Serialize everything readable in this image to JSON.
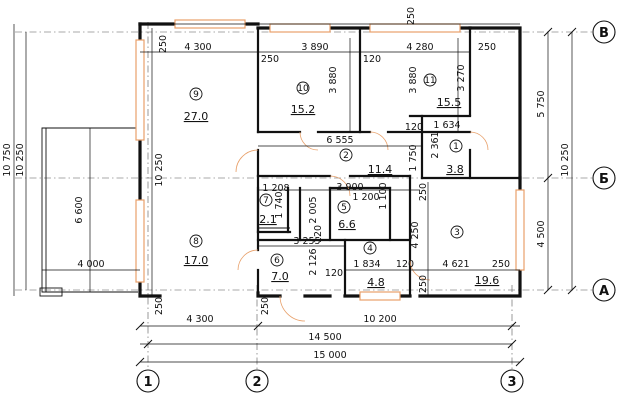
{
  "axes": {
    "columns": [
      "1",
      "2",
      "3"
    ],
    "rows": [
      "В",
      "Б",
      "А"
    ]
  },
  "rooms": [
    {
      "number": "9",
      "area": "27.0"
    },
    {
      "number": "10",
      "area": "15.2"
    },
    {
      "number": "11",
      "area": "15.5"
    },
    {
      "number": "1",
      "area": "3.8"
    },
    {
      "number": "2",
      "area": "11.4"
    },
    {
      "number": "3",
      "area": "19.6"
    },
    {
      "number": "4",
      "area": "4.8"
    },
    {
      "number": "5",
      "area": "6.6"
    },
    {
      "number": "6",
      "area": "7.0"
    },
    {
      "number": "7",
      "area": "2.1"
    },
    {
      "number": "8",
      "area": "17.0"
    }
  ],
  "dims": {
    "top": [
      "4 300",
      "3 890",
      "4 280"
    ],
    "wall": "250",
    "r10_h": "3 880",
    "r11_h": "3 880",
    "right_top": "3 270",
    "r1_w": "1 634",
    "r1_h": "2 361",
    "corridor_w": "6 555",
    "corridor_h": "1 750",
    "r7_w": "1 208",
    "r7_h": "1 740",
    "mid_w": "3 900",
    "r5_w": "1 200",
    "r5_h1": "1 100",
    "r5_h2": "2 005",
    "small_120": "120",
    "r4_w": "3 255",
    "r4_h": "4 250",
    "r6_h": "2 126",
    "r4_w2": "1 834",
    "r3_w": "4 621",
    "left_h": "10 250",
    "left_total": "10 750",
    "left_out": "10 250",
    "porch_h": "6 600",
    "porch_w": "4 000",
    "right_h1": "5 750",
    "right_h2": "4 500",
    "right_total": "10 250",
    "bot1": "4 300",
    "bot2": "10 200",
    "total1": "14 500",
    "total2": "15 000"
  }
}
